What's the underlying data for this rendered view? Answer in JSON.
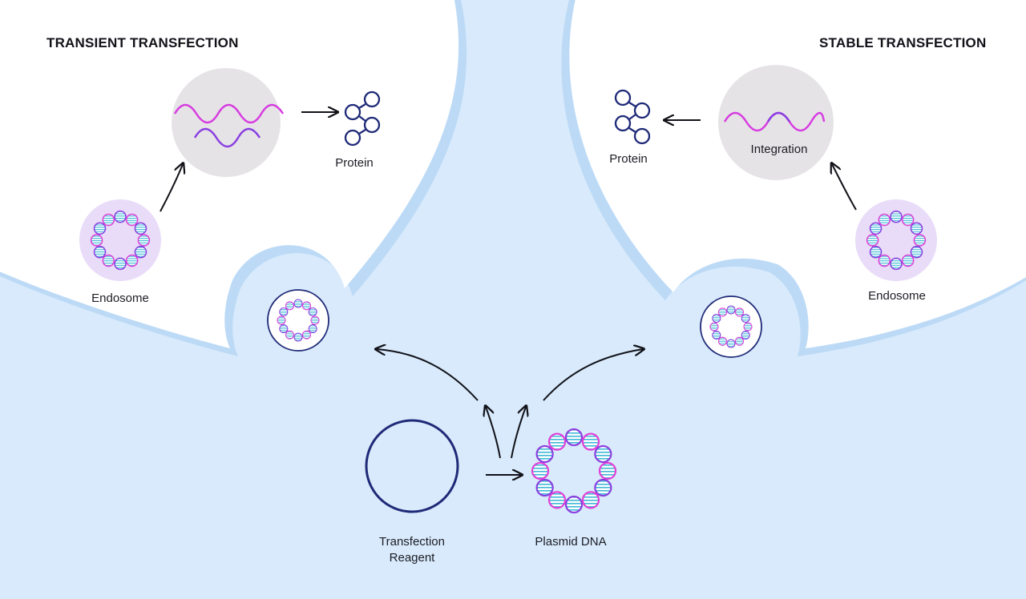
{
  "transient": {
    "heading": "TRANSIENT TRANSFECTION",
    "protein_label": "Protein",
    "endosome_label": "Endosome"
  },
  "stable": {
    "heading": "STABLE TRANSFECTION",
    "protein_label": "Protein",
    "integration_label": "Integration",
    "endosome_label": "Endosome"
  },
  "bottom": {
    "reagent_label_line1": "Transfection",
    "reagent_label_line2": "Reagent",
    "plasmid_label": "Plasmid DNA"
  },
  "colors": {
    "background": "#d8eafb",
    "cell_outline": "#bcdaf6",
    "cell_interior": "#ffffff",
    "nucleus": "#e6e3e7",
    "endosome": "#e8dcf8",
    "mrna_magenta": "#d63ce0",
    "mrna_purple": "#8a3fe0",
    "navy": "#1f2a78",
    "dna_ring": "#e040d8",
    "dna_rung": "#3fb9d8"
  }
}
